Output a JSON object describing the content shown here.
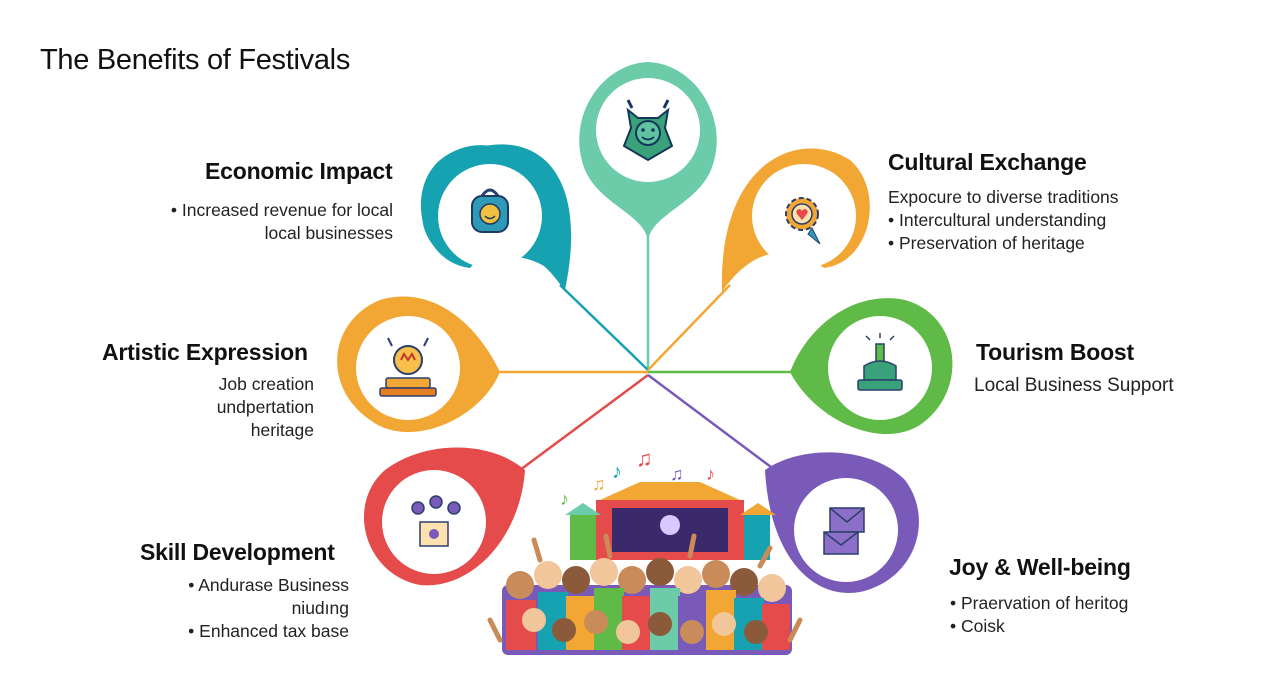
{
  "title": "The Benefits of Festivals",
  "colors": {
    "teal": "#17a2b2",
    "mint": "#6ccba8",
    "orange": "#f2a735",
    "green": "#5fba47",
    "red": "#e54b4b",
    "purple": "#7a5ab8"
  },
  "benefits": [
    {
      "heading": "Economic Impact",
      "lines": [
        "• Increased revenue for local",
        "local businesses"
      ],
      "icon": "padlock-face-icon"
    },
    {
      "heading": "Cultural Exchange",
      "lines": [
        "Expocure to diverse traditions",
        "• Intercultural understanding",
        "• Preservation of heritage"
      ],
      "icon": "gear-heart-icon"
    },
    {
      "heading": "Artistic Expression",
      "lines": [
        "Job creation",
        "undpertation",
        "heritage"
      ],
      "icon": "trophy-icon"
    },
    {
      "heading": "Tourism Boost",
      "lines": [
        "Local Business Support"
      ],
      "icon": "hand-pump-icon"
    },
    {
      "heading": "Skill Development",
      "lines": [
        "• Andurase Business",
        "niudıng",
        "• Enhanced tax base"
      ],
      "icon": "box-balloons-icon"
    },
    {
      "heading": "Joy & Well-being",
      "lines": [
        "• Praervation of heritog",
        "• Coisk"
      ],
      "icon": "envelopes-icon"
    }
  ],
  "top_pin": {
    "icon": "smiling-mascot-icon"
  },
  "illustration": {
    "icon": "festival-crowd-icon"
  }
}
